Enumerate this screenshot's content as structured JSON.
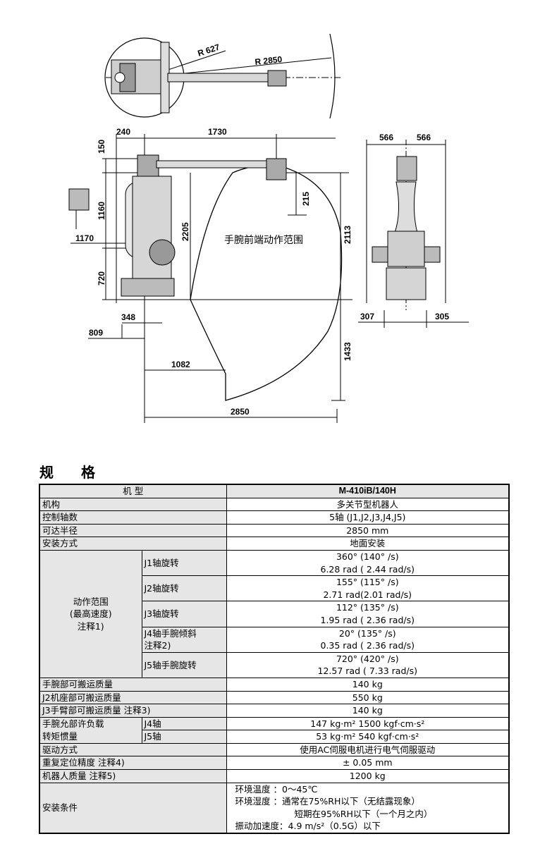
{
  "drawing": {
    "radius_small": "R 627",
    "radius_large": "R 2850",
    "dims": {
      "d240": "240",
      "d1730": "1730",
      "d150": "150",
      "d1160": "1160",
      "d1170": "1170",
      "d720": "720",
      "d2205": "2205",
      "d215": "215",
      "d2113": "2113",
      "d348": "348",
      "d809": "809",
      "d1082": "1082",
      "d1433": "1433",
      "d2850": "2850",
      "d566a": "566",
      "d566b": "566",
      "d307": "307",
      "d305": "305"
    },
    "work_area_label": "手腕前端动作范围"
  },
  "spec_title": "规 格",
  "table": {
    "header_label": "机 型",
    "header_value": "M-410iB/140H",
    "mechanism_label": "机构",
    "mechanism_value": "多关节型机器人",
    "axes_label": "控制轴数",
    "axes_value": "5轴 (J1,J2,J3,J4,J5)",
    "reach_label": "可达半径",
    "reach_value": "2850 mm",
    "mount_label": "安装方式",
    "mount_value": "地面安装",
    "motion_l1": "动作范围",
    "motion_l2": "(最高速度)",
    "motion_l3": "注释1)",
    "j1_label": "J1轴旋转",
    "j1_deg": "360° (140° /s)",
    "j1_rad": "6.28 rad ( 2.44 rad/s)",
    "j2_label": "J2轴旋转",
    "j2_deg": "155° (115° /s)",
    "j2_rad": "2.71 rad(2.01 rad/s)",
    "j3_label": "J3轴旋转",
    "j3_deg": "112° (135° /s)",
    "j3_rad": "1.95 rad ( 2.36 rad/s)",
    "j4_label_1": "J4轴手腕倾斜",
    "j4_label_2": "注释2)",
    "j4_deg": "20° (135° /s)",
    "j4_rad": "0.35 rad ( 2.36 rad/s)",
    "j5_label": "J5轴手腕旋转",
    "j5_deg": "720° (420° /s)",
    "j5_rad": "12.57 rad ( 7.33 rad/s)",
    "wrist_payload_label": "手腕部可搬运质量",
    "wrist_payload_value": "140 kg",
    "j2_payload_label": "J2机座部可搬运质量",
    "j2_payload_value": "550 kg",
    "j3_payload_label": "J3手臂部可搬运质量 注释3)",
    "j3_payload_value": "140 kg",
    "inertia_label_1": "手腕允部许负载",
    "inertia_label_2": "转矩惯量",
    "j4_axis": "J4轴",
    "j4_inertia": "147 kg·m² 1500 kgf·cm·s²",
    "j5_axis": "J5轴",
    "j5_inertia": "53 kg·m² 540 kgf·cm·s²",
    "drive_label": "驱动方式",
    "drive_value": "使用AC伺服电机进行电气伺服驱动",
    "repeat_label": "重复定位精度 注释4)",
    "repeat_value": "± 0.05 mm",
    "mass_label": "机器人质量 注释5)",
    "mass_value": "1200 kg",
    "install_label": "安装条件",
    "cond_1": "环境温度 ：0～45℃",
    "cond_2": "环境湿度 ：通常在75%RH以下（无结露现象）",
    "cond_3": "短期在95%RH以下（一个月之内）",
    "cond_4": "振动加速度：4.9 m/s²（0.5G）以下"
  }
}
